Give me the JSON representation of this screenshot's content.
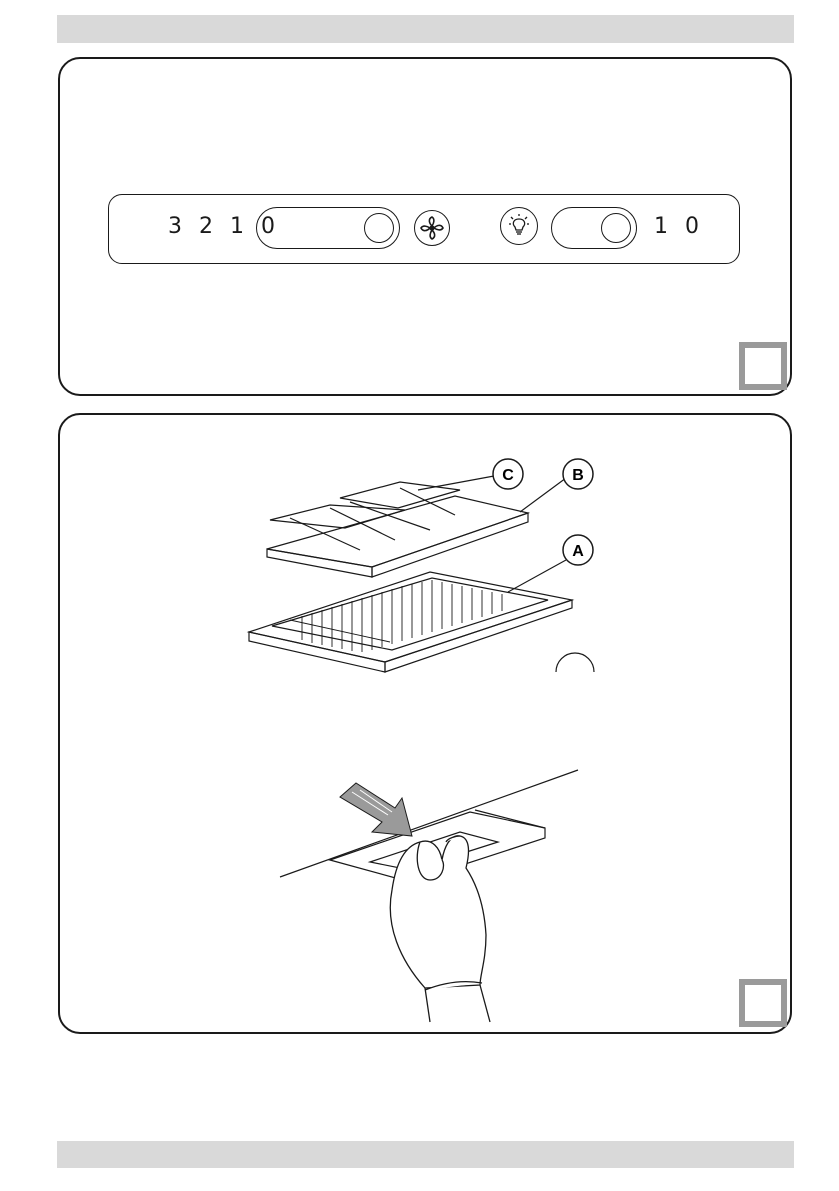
{
  "control_panel": {
    "fan_speed_scale": "3 2 1 0",
    "light_scale": "1 0",
    "fan_icon": "fan-icon",
    "light_icon": "lightbulb-icon"
  },
  "filter_diagram": {
    "callouts": [
      "C",
      "B",
      "A"
    ]
  },
  "removal_diagram": {
    "arrow_icon": "push-arrow-icon",
    "hand_icon": "hand-icon"
  }
}
